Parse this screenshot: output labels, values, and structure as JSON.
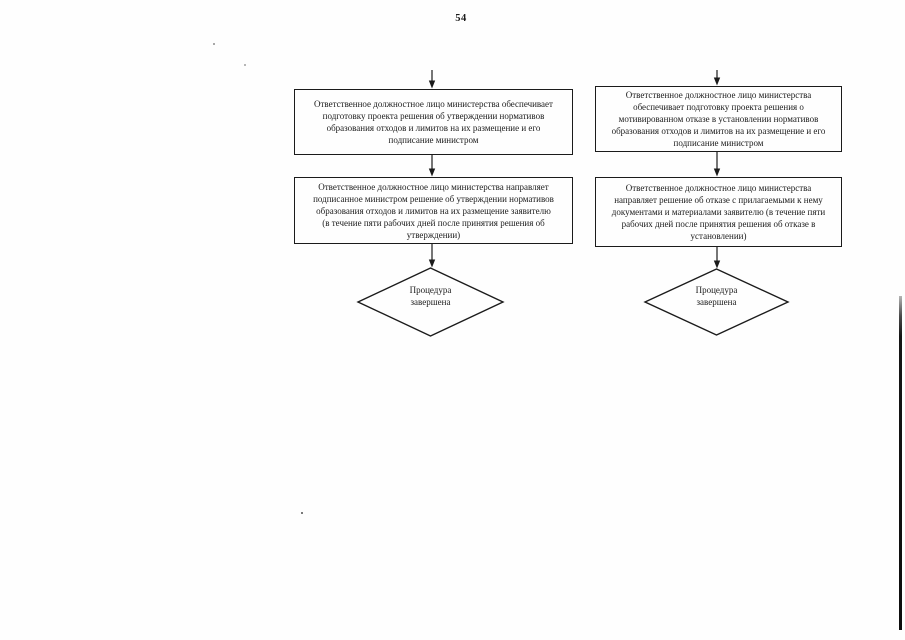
{
  "page": {
    "number": "54",
    "background": "#fefefe",
    "ink_color": "#1b1b1b"
  },
  "flowchart": {
    "columns": [
      {
        "id": "approval-branch",
        "step1": {
          "text": "Ответственное должностное лицо министерства обеспечивает\nподготовку проекта решения об утверждении нормативов\nобразования отходов и лимитов на их размещение и его\nподписание министром"
        },
        "step2": {
          "text": "Ответственное должностное лицо министерства направляет\nподписанное министром решение об утверждении нормативов\nобразования отходов и лимитов на их размещение заявителю\n(в течение пяти рабочих дней после принятия решения об\nутверждении)"
        },
        "terminal": {
          "text": "Процедура\nзавершена"
        }
      },
      {
        "id": "refusal-branch",
        "step1": {
          "text": "Ответственное должностное лицо министерства\nобеспечивает подготовку проекта решения о\nмотивированном отказе  в установлении нормативов\nобразования отходов и лимитов на их размещение и его\nподписание министром"
        },
        "step2": {
          "text": "Ответственное должностное лицо министерства\nнаправляет решение об отказе с прилагаемыми к нему\nдокументами и материалами заявителю (в течение пяти\nрабочих дней после принятия решения об отказе в\nустановлении)"
        },
        "terminal": {
          "text": "Процедура\nзавершена"
        }
      }
    ]
  }
}
